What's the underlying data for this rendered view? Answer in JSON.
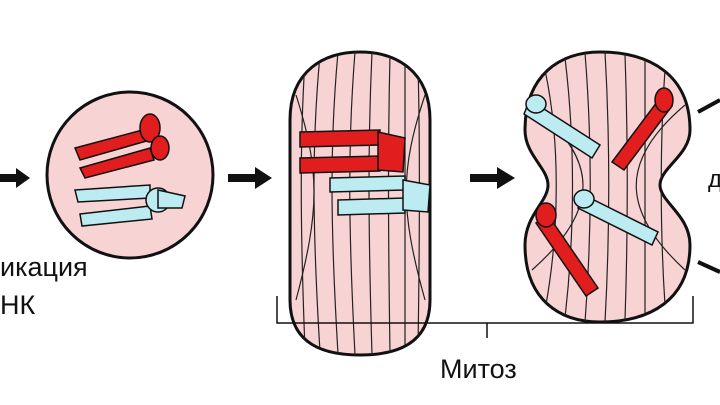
{
  "labels": {
    "replication_line1": "икация",
    "replication_line2": "НК",
    "mitosis": "Митоз",
    "right_edge_letter": "д"
  },
  "colors": {
    "cell_fill": "#f8d3d3",
    "outline": "#111111",
    "chromosome_red": "#e21d1d",
    "chromosome_blue": "#bdebf2",
    "spindle": "#222222",
    "arrow": "#111111"
  },
  "icons": {
    "arrow": "right-arrow-icon"
  }
}
